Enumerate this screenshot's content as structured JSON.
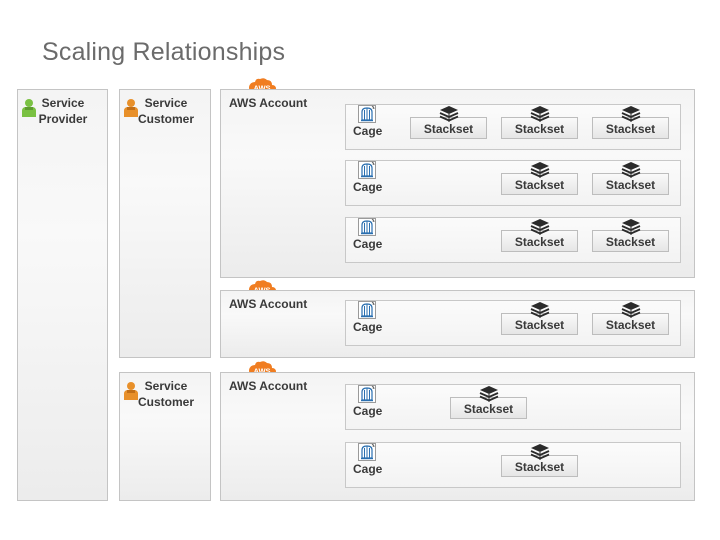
{
  "title": "Scaling Relationships",
  "provider": {
    "label_line1": "Service",
    "label_line2": "Provider",
    "icon": "green-person-icon"
  },
  "customers": [
    {
      "label_line1": "Service",
      "label_line2": "Customer",
      "icon": "orange-person-icon"
    },
    {
      "label_line1": "Service",
      "label_line2": "Customer",
      "icon": "orange-person-icon"
    }
  ],
  "badge_text": "AWS",
  "accounts": [
    {
      "label": "AWS Account",
      "cages": [
        {
          "label": "Cage",
          "stacksets": [
            "Stackset",
            "Stackset",
            "Stackset"
          ]
        },
        {
          "label": "Cage",
          "stacksets": [
            "Stackset",
            "Stackset"
          ]
        },
        {
          "label": "Cage",
          "stacksets": [
            "Stackset",
            "Stackset"
          ]
        }
      ]
    },
    {
      "label": "AWS Account",
      "cages": [
        {
          "label": "Cage",
          "stacksets": [
            "Stackset",
            "Stackset"
          ]
        }
      ]
    },
    {
      "label": "AWS Account",
      "cages": [
        {
          "label": "Cage",
          "stacksets": [
            "Stackset"
          ]
        },
        {
          "label": "Cage",
          "stacksets": [
            "Stackset"
          ]
        }
      ]
    }
  ],
  "colors": {
    "aws_orange": "#f07d21",
    "provider_green": "#7ac142",
    "customer_orange": "#e8902a",
    "cage_blue": "#2a6fb0"
  }
}
